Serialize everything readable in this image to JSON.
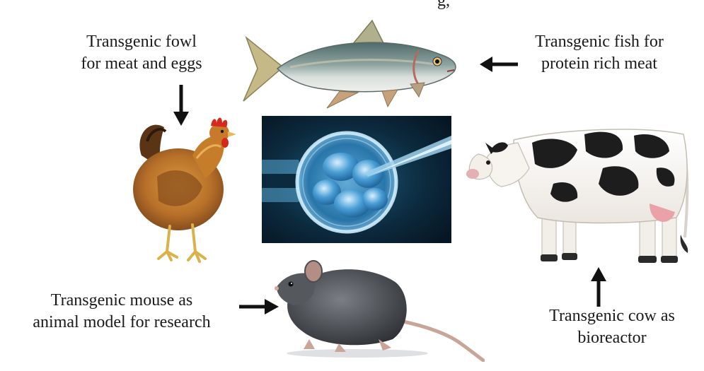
{
  "labels": {
    "fowl": [
      "Transgenic fowl",
      "for meat and eggs"
    ],
    "fish": [
      "Transgenic fish for",
      "protein rich meat"
    ],
    "mouse": [
      "Transgenic mouse as",
      "animal model for research"
    ],
    "cow": [
      "Transgenic cow as",
      "bioreactor"
    ]
  },
  "top_fragment": "g,",
  "icons": {
    "fish": "fish-illustration",
    "chicken": "chicken-illustration",
    "cell": "embryo-microinjection-illustration",
    "cow": "holstein-cow-illustration",
    "mouse": "mouse-illustration"
  }
}
